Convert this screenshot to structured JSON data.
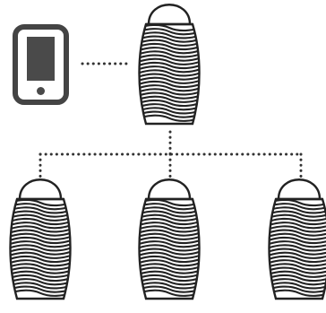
{
  "diagram": {
    "colors": {
      "background": "#ffffff",
      "stroke": "#222222",
      "device_frame": "#444444",
      "device_screen": "#4a4a4a",
      "connector": "#333333"
    },
    "controller": {
      "icon": "smartphone-icon"
    },
    "nodes": [
      {
        "role": "hub",
        "icon": "ribbed-speaker-icon"
      },
      {
        "role": "satellite",
        "icon": "ribbed-speaker-icon"
      },
      {
        "role": "satellite",
        "icon": "ribbed-speaker-icon"
      },
      {
        "role": "satellite",
        "icon": "ribbed-speaker-icon"
      }
    ],
    "connections": [
      {
        "from": "smartphone-icon",
        "to": "hub",
        "style": "dotted"
      },
      {
        "from": "hub",
        "to": "satellite-1",
        "style": "dotted"
      },
      {
        "from": "hub",
        "to": "satellite-2",
        "style": "dotted"
      },
      {
        "from": "hub",
        "to": "satellite-3",
        "style": "dotted"
      }
    ]
  }
}
